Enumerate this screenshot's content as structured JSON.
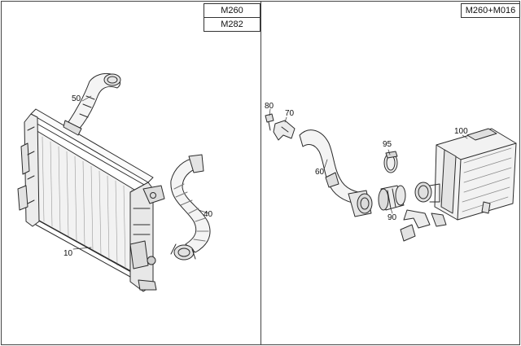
{
  "panels": [
    {
      "codes": [
        "M260",
        "M282"
      ]
    },
    {
      "codes": [
        "M260+M016"
      ]
    }
  ],
  "callouts": {
    "left": [
      "50",
      "40",
      "10"
    ],
    "right": [
      "80",
      "70",
      "60",
      "95",
      "90",
      "100"
    ]
  },
  "colors": {
    "line": "#2b2b2b",
    "frame": "#444444",
    "background": "#ffffff"
  }
}
